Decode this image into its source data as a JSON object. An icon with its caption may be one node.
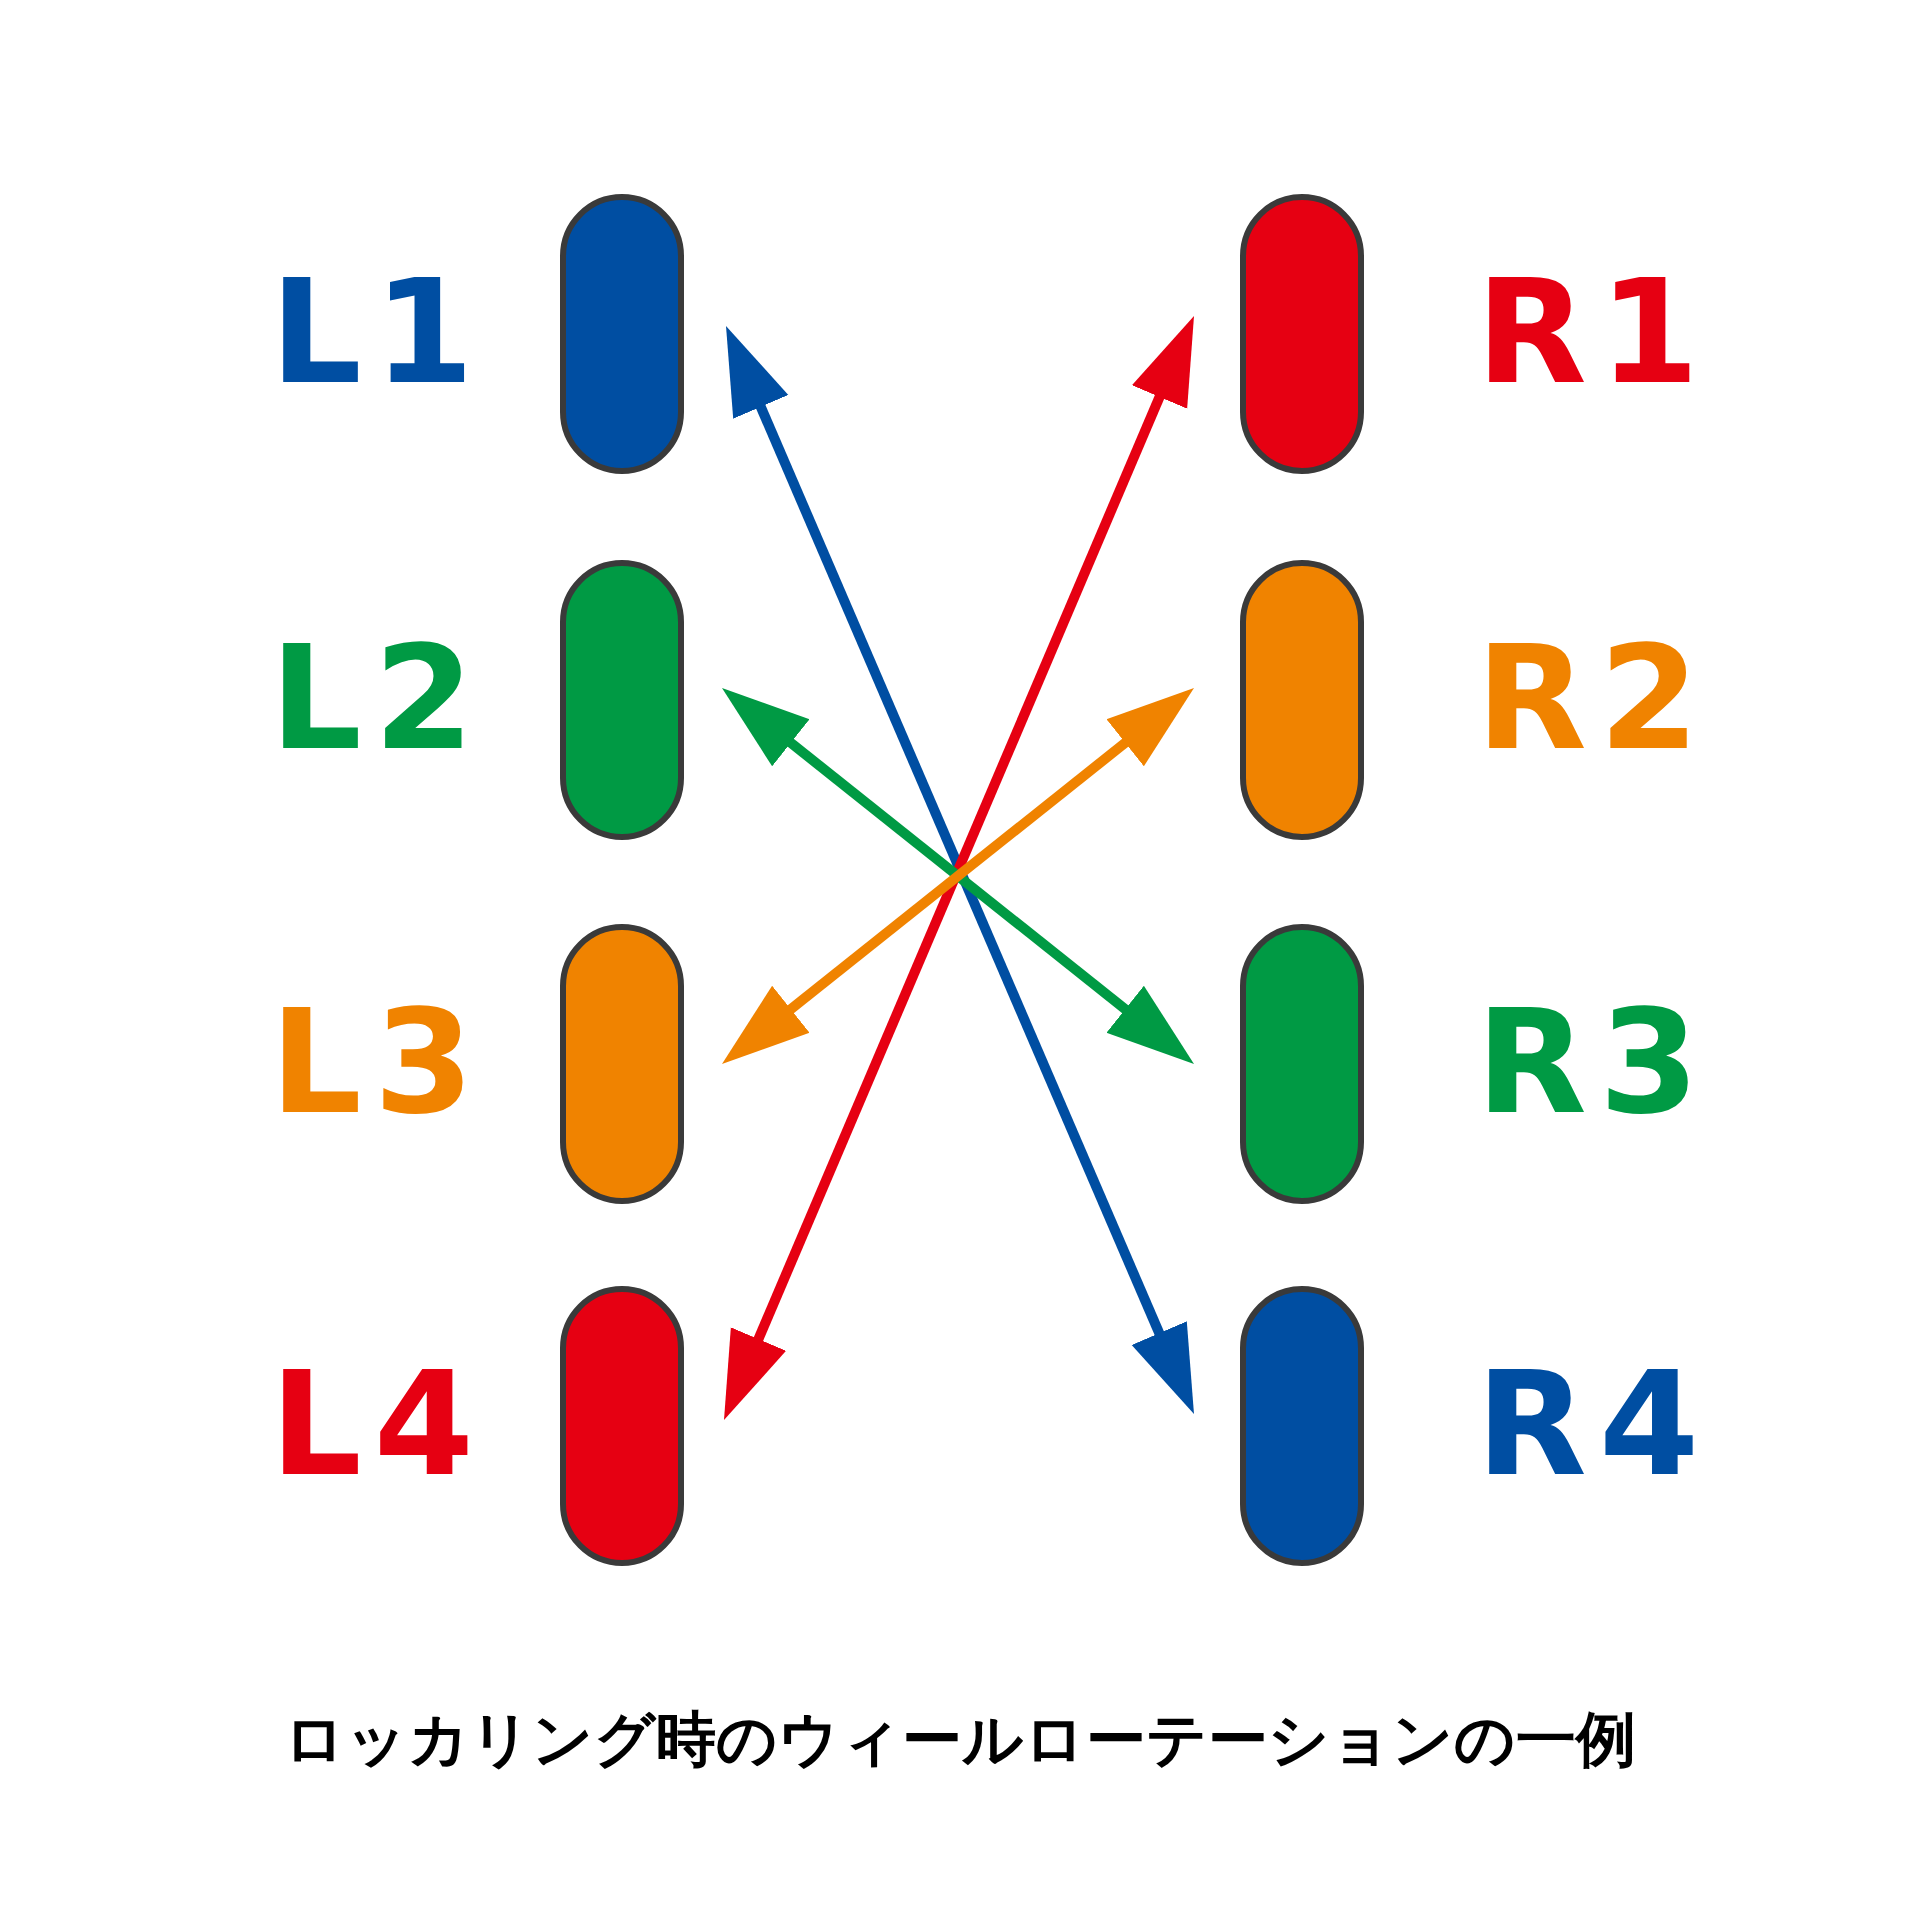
{
  "diagram": {
    "caption": "ロッカリング時のウィールローテーションの一例",
    "nodes": [
      {
        "text": [],
        "shape": "pill",
        "beside": [
          "L1"
        ]
      },
      {
        "text": [],
        "shape": "pill",
        "beside": [
          "L2"
        ]
      },
      {
        "text": [],
        "shape": "pill",
        "beside": [
          "L3"
        ]
      },
      {
        "text": [],
        "shape": "pill",
        "beside": [
          "L4"
        ]
      },
      {
        "text": [],
        "shape": "pill",
        "beside": [
          "R1"
        ]
      },
      {
        "text": [],
        "shape": "pill",
        "beside": [
          "R2"
        ]
      },
      {
        "text": [],
        "shape": "pill",
        "beside": [
          "R3"
        ]
      },
      {
        "text": [],
        "shape": "pill",
        "beside": [
          "R4"
        ]
      }
    ],
    "edges": [
      {
        "from": 0,
        "to": 7,
        "arrow": "both",
        "color": "#004ea2"
      },
      {
        "from": 4,
        "to": 3,
        "arrow": "both",
        "color": "#e60012"
      },
      {
        "from": 1,
        "to": 6,
        "arrow": "both",
        "color": "#009a44"
      },
      {
        "from": 2,
        "to": 5,
        "arrow": "both",
        "color": "#f08300"
      }
    ]
  }
}
